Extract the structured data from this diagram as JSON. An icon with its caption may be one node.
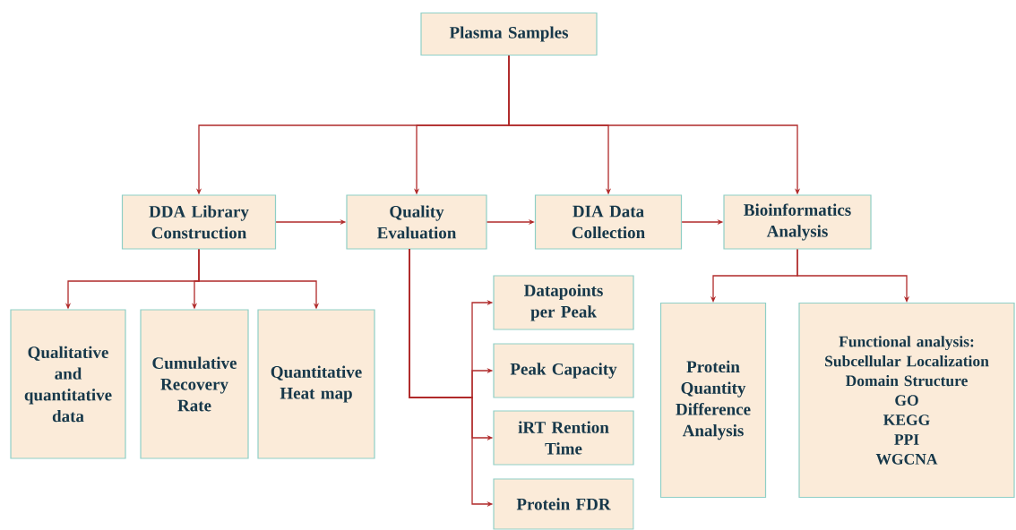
{
  "diagram": {
    "nodes": [
      {
        "text": [
          "Plasma Samples"
        ]
      },
      {
        "text": [
          "DDA Library Construction"
        ]
      },
      {
        "text": [
          "Quality Evaluation"
        ]
      },
      {
        "text": [
          "DIA Data Collection"
        ]
      },
      {
        "text": [
          "Bioinformatics Analysis"
        ]
      },
      {
        "text": [
          "Qualitative and quantitative data"
        ]
      },
      {
        "text": [
          "Cumulative Recovery Rate"
        ]
      },
      {
        "text": [
          "Quantitative Heat map"
        ]
      },
      {
        "text": [
          "Datapoints per Peak"
        ]
      },
      {
        "text": [
          "Peak Capacity"
        ]
      },
      {
        "text": [
          "iRT Rention Time"
        ]
      },
      {
        "text": [
          "Protein FDR"
        ]
      },
      {
        "text": [
          "Protein Quantity Difference Analysis"
        ]
      },
      {
        "text": [
          "Functional analysis:",
          "Subcellular Localization",
          "Domain Structure",
          "GO",
          "KEGG",
          "PPI",
          "WGCNA"
        ]
      }
    ],
    "edges": [
      {
        "from": 0,
        "to": 1,
        "arrow": "to"
      },
      {
        "from": 0,
        "to": 2,
        "arrow": "to"
      },
      {
        "from": 0,
        "to": 3,
        "arrow": "to"
      },
      {
        "from": 0,
        "to": 4,
        "arrow": "to"
      },
      {
        "from": 1,
        "to": 2,
        "arrow": "to"
      },
      {
        "from": 2,
        "to": 3,
        "arrow": "to"
      },
      {
        "from": 3,
        "to": 4,
        "arrow": "to"
      },
      {
        "from": 1,
        "to": 5,
        "arrow": "to"
      },
      {
        "from": 1,
        "to": 6,
        "arrow": "to"
      },
      {
        "from": 1,
        "to": 7,
        "arrow": "to"
      },
      {
        "from": 2,
        "to": 8,
        "arrow": "to"
      },
      {
        "from": 2,
        "to": 9,
        "arrow": "to"
      },
      {
        "from": 2,
        "to": 10,
        "arrow": "to"
      },
      {
        "from": 2,
        "to": 11,
        "arrow": "to"
      },
      {
        "from": 4,
        "to": 12,
        "arrow": "to"
      },
      {
        "from": 4,
        "to": 13,
        "arrow": "to"
      }
    ]
  }
}
